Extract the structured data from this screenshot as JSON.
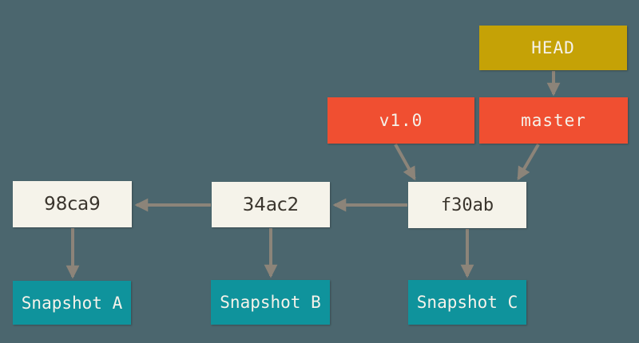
{
  "diagram": {
    "background_color": "#4B666E",
    "arrow_color": "#8C8479",
    "nodes": {
      "head": {
        "label": "HEAD",
        "type": "head-pointer",
        "color": "#C5A206",
        "text_color": "#F5F2EA"
      },
      "master": {
        "label": "master",
        "type": "branch",
        "color": "#F04F31",
        "text_color": "#F5F2EA"
      },
      "v1_0": {
        "label": "v1.0",
        "type": "tag",
        "color": "#F04F31",
        "text_color": "#F5F2EA"
      },
      "f30ab": {
        "label": "f30ab",
        "type": "commit",
        "color": "#F5F3EA",
        "text_color": "#3A352D"
      },
      "c34ac2": {
        "label": "34ac2",
        "type": "commit",
        "color": "#F5F3EA",
        "text_color": "#3A352D"
      },
      "c98ca9": {
        "label": "98ca9",
        "type": "commit",
        "color": "#F5F3EA",
        "text_color": "#3A352D"
      },
      "snapshot_a": {
        "label": "Snapshot A",
        "type": "snapshot",
        "color": "#0F939C",
        "text_color": "#F5F2EA"
      },
      "snapshot_b": {
        "label": "Snapshot B",
        "type": "snapshot",
        "color": "#0F939C",
        "text_color": "#F5F2EA"
      },
      "snapshot_c": {
        "label": "Snapshot C",
        "type": "snapshot",
        "color": "#0F939C",
        "text_color": "#F5F2EA"
      }
    },
    "edges": [
      {
        "from": "HEAD",
        "to": "master"
      },
      {
        "from": "master",
        "to": "f30ab"
      },
      {
        "from": "v1.0",
        "to": "f30ab"
      },
      {
        "from": "f30ab",
        "to": "34ac2"
      },
      {
        "from": "34ac2",
        "to": "98ca9"
      },
      {
        "from": "98ca9",
        "to": "Snapshot A"
      },
      {
        "from": "34ac2",
        "to": "Snapshot B"
      },
      {
        "from": "f30ab",
        "to": "Snapshot C"
      }
    ]
  }
}
